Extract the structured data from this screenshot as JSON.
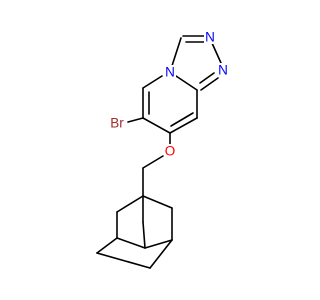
{
  "molecule": {
    "atoms": [
      {
        "id": "n_bridge",
        "symbol": "N",
        "color": "#0000ff"
      },
      {
        "id": "n_top",
        "symbol": "N",
        "color": "#0000ff"
      },
      {
        "id": "n_right",
        "symbol": "N",
        "color": "#0000ff"
      },
      {
        "id": "br",
        "symbol": "Br",
        "color": "#a52a2a"
      },
      {
        "id": "o",
        "symbol": "O",
        "color": "#ff0000"
      }
    ]
  }
}
